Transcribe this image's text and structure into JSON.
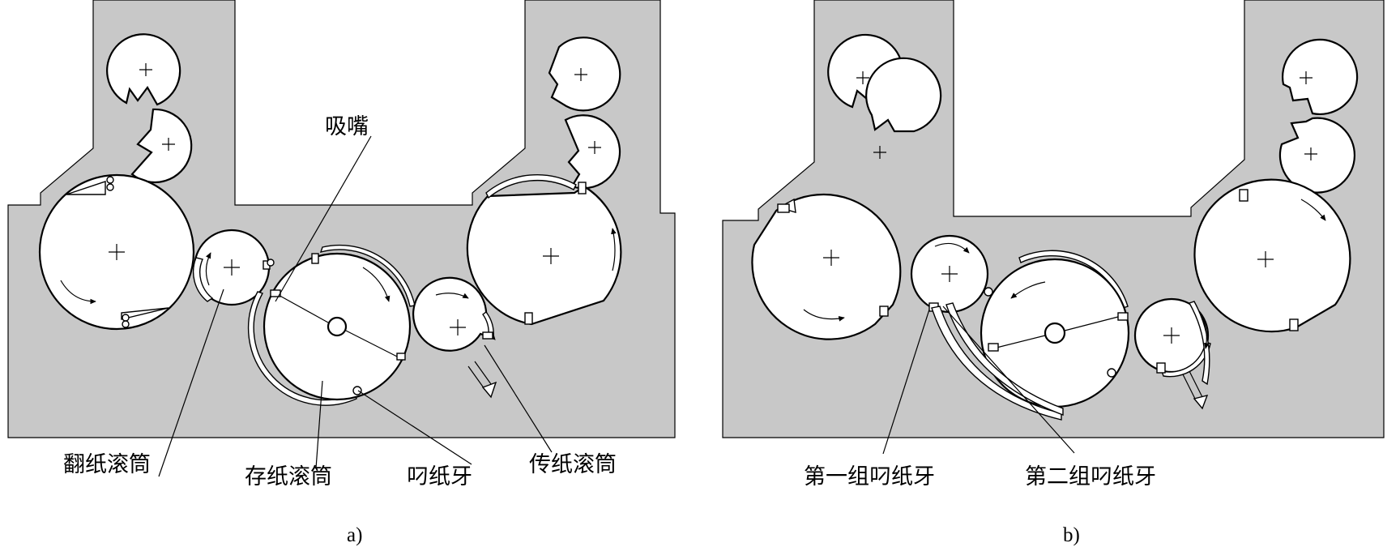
{
  "panel_a": {
    "caption": "a)",
    "labels": {
      "suction_nozzle": "吸嘴",
      "perfecting_cylinder": "翻纸滚筒",
      "storage_cylinder": "存纸滚筒",
      "gripper": "叼纸牙",
      "transfer_cylinder": "传纸滚筒"
    }
  },
  "panel_b": {
    "caption": "b)",
    "labels": {
      "first_gripper_group": "第一组叼纸牙",
      "second_gripper_group": "第二组叼纸牙"
    }
  }
}
